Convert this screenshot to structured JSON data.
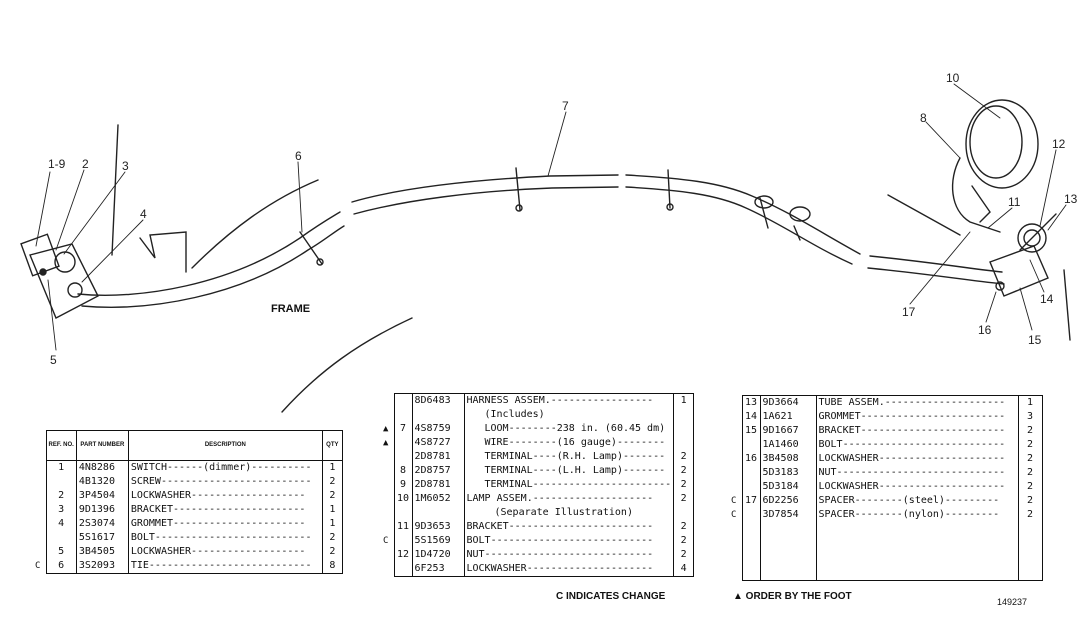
{
  "callouts": [
    "1-9",
    "2",
    "3",
    "4",
    "5",
    "6",
    "7",
    "8",
    "10",
    "11",
    "12",
    "13",
    "14",
    "15",
    "16",
    "17"
  ],
  "frame_label": "FRAME",
  "table1": {
    "headers": [
      "REF. NO.",
      "PART NUMBER",
      "DESCRIPTION",
      "QTY"
    ],
    "rows": [
      {
        "mark": "",
        "ref": "1",
        "part": "4N8286",
        "desc": "SWITCH------(dimmer)----------",
        "qty": "1"
      },
      {
        "mark": "",
        "ref": "",
        "part": "4B1320",
        "desc": "SCREW-------------------------",
        "qty": "2"
      },
      {
        "mark": "",
        "ref": "2",
        "part": "3P4504",
        "desc": "LOCKWASHER-------------------",
        "qty": "2"
      },
      {
        "mark": "",
        "ref": "3",
        "part": "9D1396",
        "desc": "BRACKET----------------------",
        "qty": "1"
      },
      {
        "mark": "",
        "ref": "4",
        "part": "2S3074",
        "desc": "GROMMET----------------------",
        "qty": "1"
      },
      {
        "mark": "",
        "ref": "",
        "part": "5S1617",
        "desc": "BOLT--------------------------",
        "qty": "2"
      },
      {
        "mark": "",
        "ref": "5",
        "part": "3B4505",
        "desc": "LOCKWASHER-------------------",
        "qty": "2"
      },
      {
        "mark": "C",
        "ref": "6",
        "part": "3S2093",
        "desc": "TIE---------------------------",
        "qty": "8"
      }
    ]
  },
  "table2": {
    "rows": [
      {
        "mark": "",
        "ref": "",
        "part": "8D6483",
        "desc": "HARNESS ASSEM.-----------------",
        "qty": "1"
      },
      {
        "mark": "",
        "ref": "",
        "part": "",
        "desc": "(Includes)",
        "qty": ""
      },
      {
        "mark": "▲",
        "ref": "7",
        "part": "4S8759",
        "desc": "LOOM--------238 in. (60.45 dm)",
        "qty": ""
      },
      {
        "mark": "▲",
        "ref": "",
        "part": "4S8727",
        "desc": "WIRE--------(16 gauge)--------",
        "qty": ""
      },
      {
        "mark": "",
        "ref": "",
        "part": "2D8781",
        "desc": "TERMINAL----(R.H. Lamp)-------",
        "qty": "2"
      },
      {
        "mark": "",
        "ref": "8",
        "part": "2D8757",
        "desc": "TERMINAL----(L.H. Lamp)-------",
        "qty": "2"
      },
      {
        "mark": "",
        "ref": "9",
        "part": "2D8781",
        "desc": "TERMINAL-----------------------",
        "qty": "2"
      },
      {
        "mark": "",
        "ref": "10",
        "part": "1M6052",
        "desc": "LAMP ASSEM.--------------------",
        "qty": "2"
      },
      {
        "mark": "",
        "ref": "",
        "part": "",
        "desc": "(Separate Illustration)",
        "qty": ""
      },
      {
        "mark": "",
        "ref": "11",
        "part": "9D3653",
        "desc": "BRACKET------------------------",
        "qty": "2"
      },
      {
        "mark": "C",
        "ref": "",
        "part": "5S1569",
        "desc": "BOLT---------------------------",
        "qty": "2"
      },
      {
        "mark": "",
        "ref": "12",
        "part": "1D4720",
        "desc": "NUT----------------------------",
        "qty": "2"
      },
      {
        "mark": "",
        "ref": "",
        "part": "6F253",
        "desc": "LOCKWASHER---------------------",
        "qty": "4"
      }
    ],
    "note": "C INDICATES CHANGE"
  },
  "table3": {
    "rows": [
      {
        "mark": "",
        "ref": "13",
        "part": "9D3664",
        "desc": "TUBE ASSEM.--------------------",
        "qty": "1"
      },
      {
        "mark": "",
        "ref": "14",
        "part": "1A621",
        "desc": "GROMMET------------------------",
        "qty": "3"
      },
      {
        "mark": "",
        "ref": "15",
        "part": "9D1667",
        "desc": "BRACKET------------------------",
        "qty": "2"
      },
      {
        "mark": "",
        "ref": "",
        "part": "1A1460",
        "desc": "BOLT---------------------------",
        "qty": "2"
      },
      {
        "mark": "",
        "ref": "16",
        "part": "3B4508",
        "desc": "LOCKWASHER---------------------",
        "qty": "2"
      },
      {
        "mark": "",
        "ref": "",
        "part": "5D3183",
        "desc": "NUT----------------------------",
        "qty": "2"
      },
      {
        "mark": "",
        "ref": "",
        "part": "5D3184",
        "desc": "LOCKWASHER---------------------",
        "qty": "2"
      },
      {
        "mark": "C",
        "ref": "17",
        "part": "6D2256",
        "desc": "SPACER--------(steel)---------",
        "qty": "2"
      },
      {
        "mark": "C",
        "ref": "",
        "part": "3D7854",
        "desc": "SPACER--------(nylon)---------",
        "qty": "2"
      }
    ],
    "note": "▲ ORDER BY THE FOOT",
    "figure_number": "149237"
  }
}
